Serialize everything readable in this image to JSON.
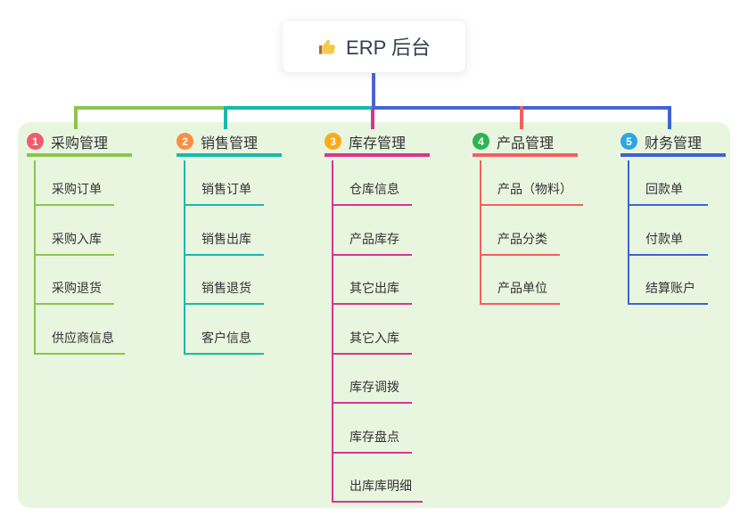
{
  "root": {
    "label": "ERP 后台",
    "icon": "thumbs-up-icon"
  },
  "colors": {
    "panel_bg": "#e8f5df",
    "root_connector": "#5061d3",
    "bus_left": "#8cc54f",
    "bus_mid": "#18b9ab",
    "bus_right": "#4764d9",
    "text": "#333333"
  },
  "branches": [
    {
      "number": "1",
      "label": "采购管理",
      "circle_color": "#f25b69",
      "line_color": "#8cc54f",
      "items": [
        "采购订单",
        "采购入库",
        "采购退货",
        "供应商信息"
      ]
    },
    {
      "number": "2",
      "label": "销售管理",
      "circle_color": "#fb8f3d",
      "line_color": "#18b9ab",
      "items": [
        "销售订单",
        "销售出库",
        "销售退货",
        "客户信息"
      ]
    },
    {
      "number": "3",
      "label": "库存管理",
      "circle_color": "#fcab18",
      "line_color": "#d4378f",
      "items": [
        "仓库信息",
        "产品库存",
        "其它出库",
        "其它入库",
        "库存调拨",
        "库存盘点",
        "出库库明细"
      ]
    },
    {
      "number": "4",
      "label": "产品管理",
      "circle_color": "#2fb354",
      "line_color": "#f2605e",
      "items": [
        "产品（物料）",
        "产品分类",
        "产品单位"
      ]
    },
    {
      "number": "5",
      "label": "财务管理",
      "circle_color": "#2ea7e0",
      "line_color": "#3f63d4",
      "items": [
        "回款单",
        "付款单",
        "结算账户"
      ]
    }
  ]
}
